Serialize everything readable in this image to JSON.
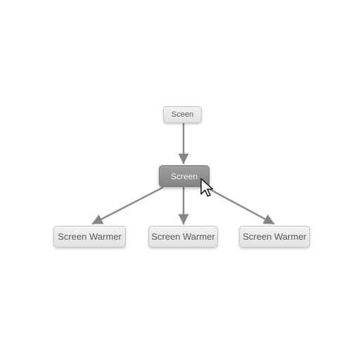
{
  "diagram": {
    "root_node": {
      "label": "Sceen"
    },
    "center_node": {
      "label": "Screen",
      "state": "selected"
    },
    "child_nodes": [
      {
        "label": "Screen Warmer"
      },
      {
        "label": "Screen Warmer"
      },
      {
        "label": "Screen Warmer"
      }
    ]
  },
  "cursor": {
    "icon": "mouse-pointer-icon"
  },
  "colors": {
    "background": "#ffffff",
    "node_light_fill": "#e8e8e8",
    "node_dark_fill": "#8f8f8f",
    "edge": "#8a8a8a"
  }
}
